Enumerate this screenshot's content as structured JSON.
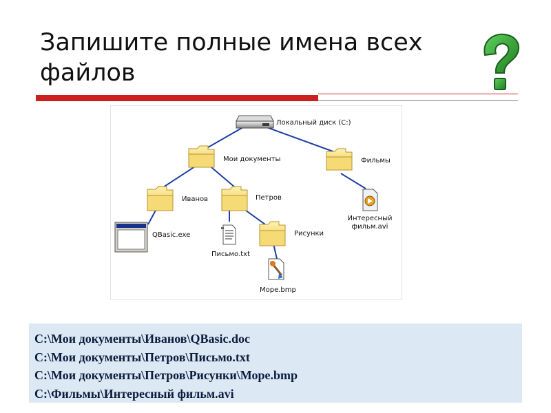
{
  "slide": {
    "title": "Запишите полные имена всех файлов",
    "question_icon": "question-mark-icon"
  },
  "diagram": {
    "nodes": {
      "disk": "Локальный диск (C:)",
      "my_docs": "Мои документы",
      "films": "Фильмы",
      "ivanov": "Иванов",
      "petrov": "Петров",
      "qbasic": "QBasic.exe",
      "letter": "Письмо.txt",
      "pictures": "Рисунки",
      "sea": "Море.bmp",
      "movie_line1": "Интересный",
      "movie_line2": "фильм.avi"
    },
    "icons": {
      "disk": "hard-drive-icon",
      "folder": "folder-icon",
      "exe": "application-window-icon",
      "txt": "text-document-icon",
      "bmp": "paint-brush-icon",
      "avi": "media-file-icon"
    },
    "colors": {
      "connector": "#1f3fa6",
      "folder": "#f2d56a"
    }
  },
  "answers": [
    "C:\\Мои документы\\Иванов\\QBasic.doc",
    "C:\\Мои документы\\Петров\\Письмо.txt",
    "C:\\Мои документы\\Петров\\Рисунки\\Море.bmp",
    "C:\\Фильмы\\Интересный фильм.avi"
  ],
  "colors": {
    "accent": "#cc1f1f",
    "question_mark": "#2e9b2e",
    "answer_box": "#dce9f4",
    "answer_text": "#0d1b3d"
  }
}
